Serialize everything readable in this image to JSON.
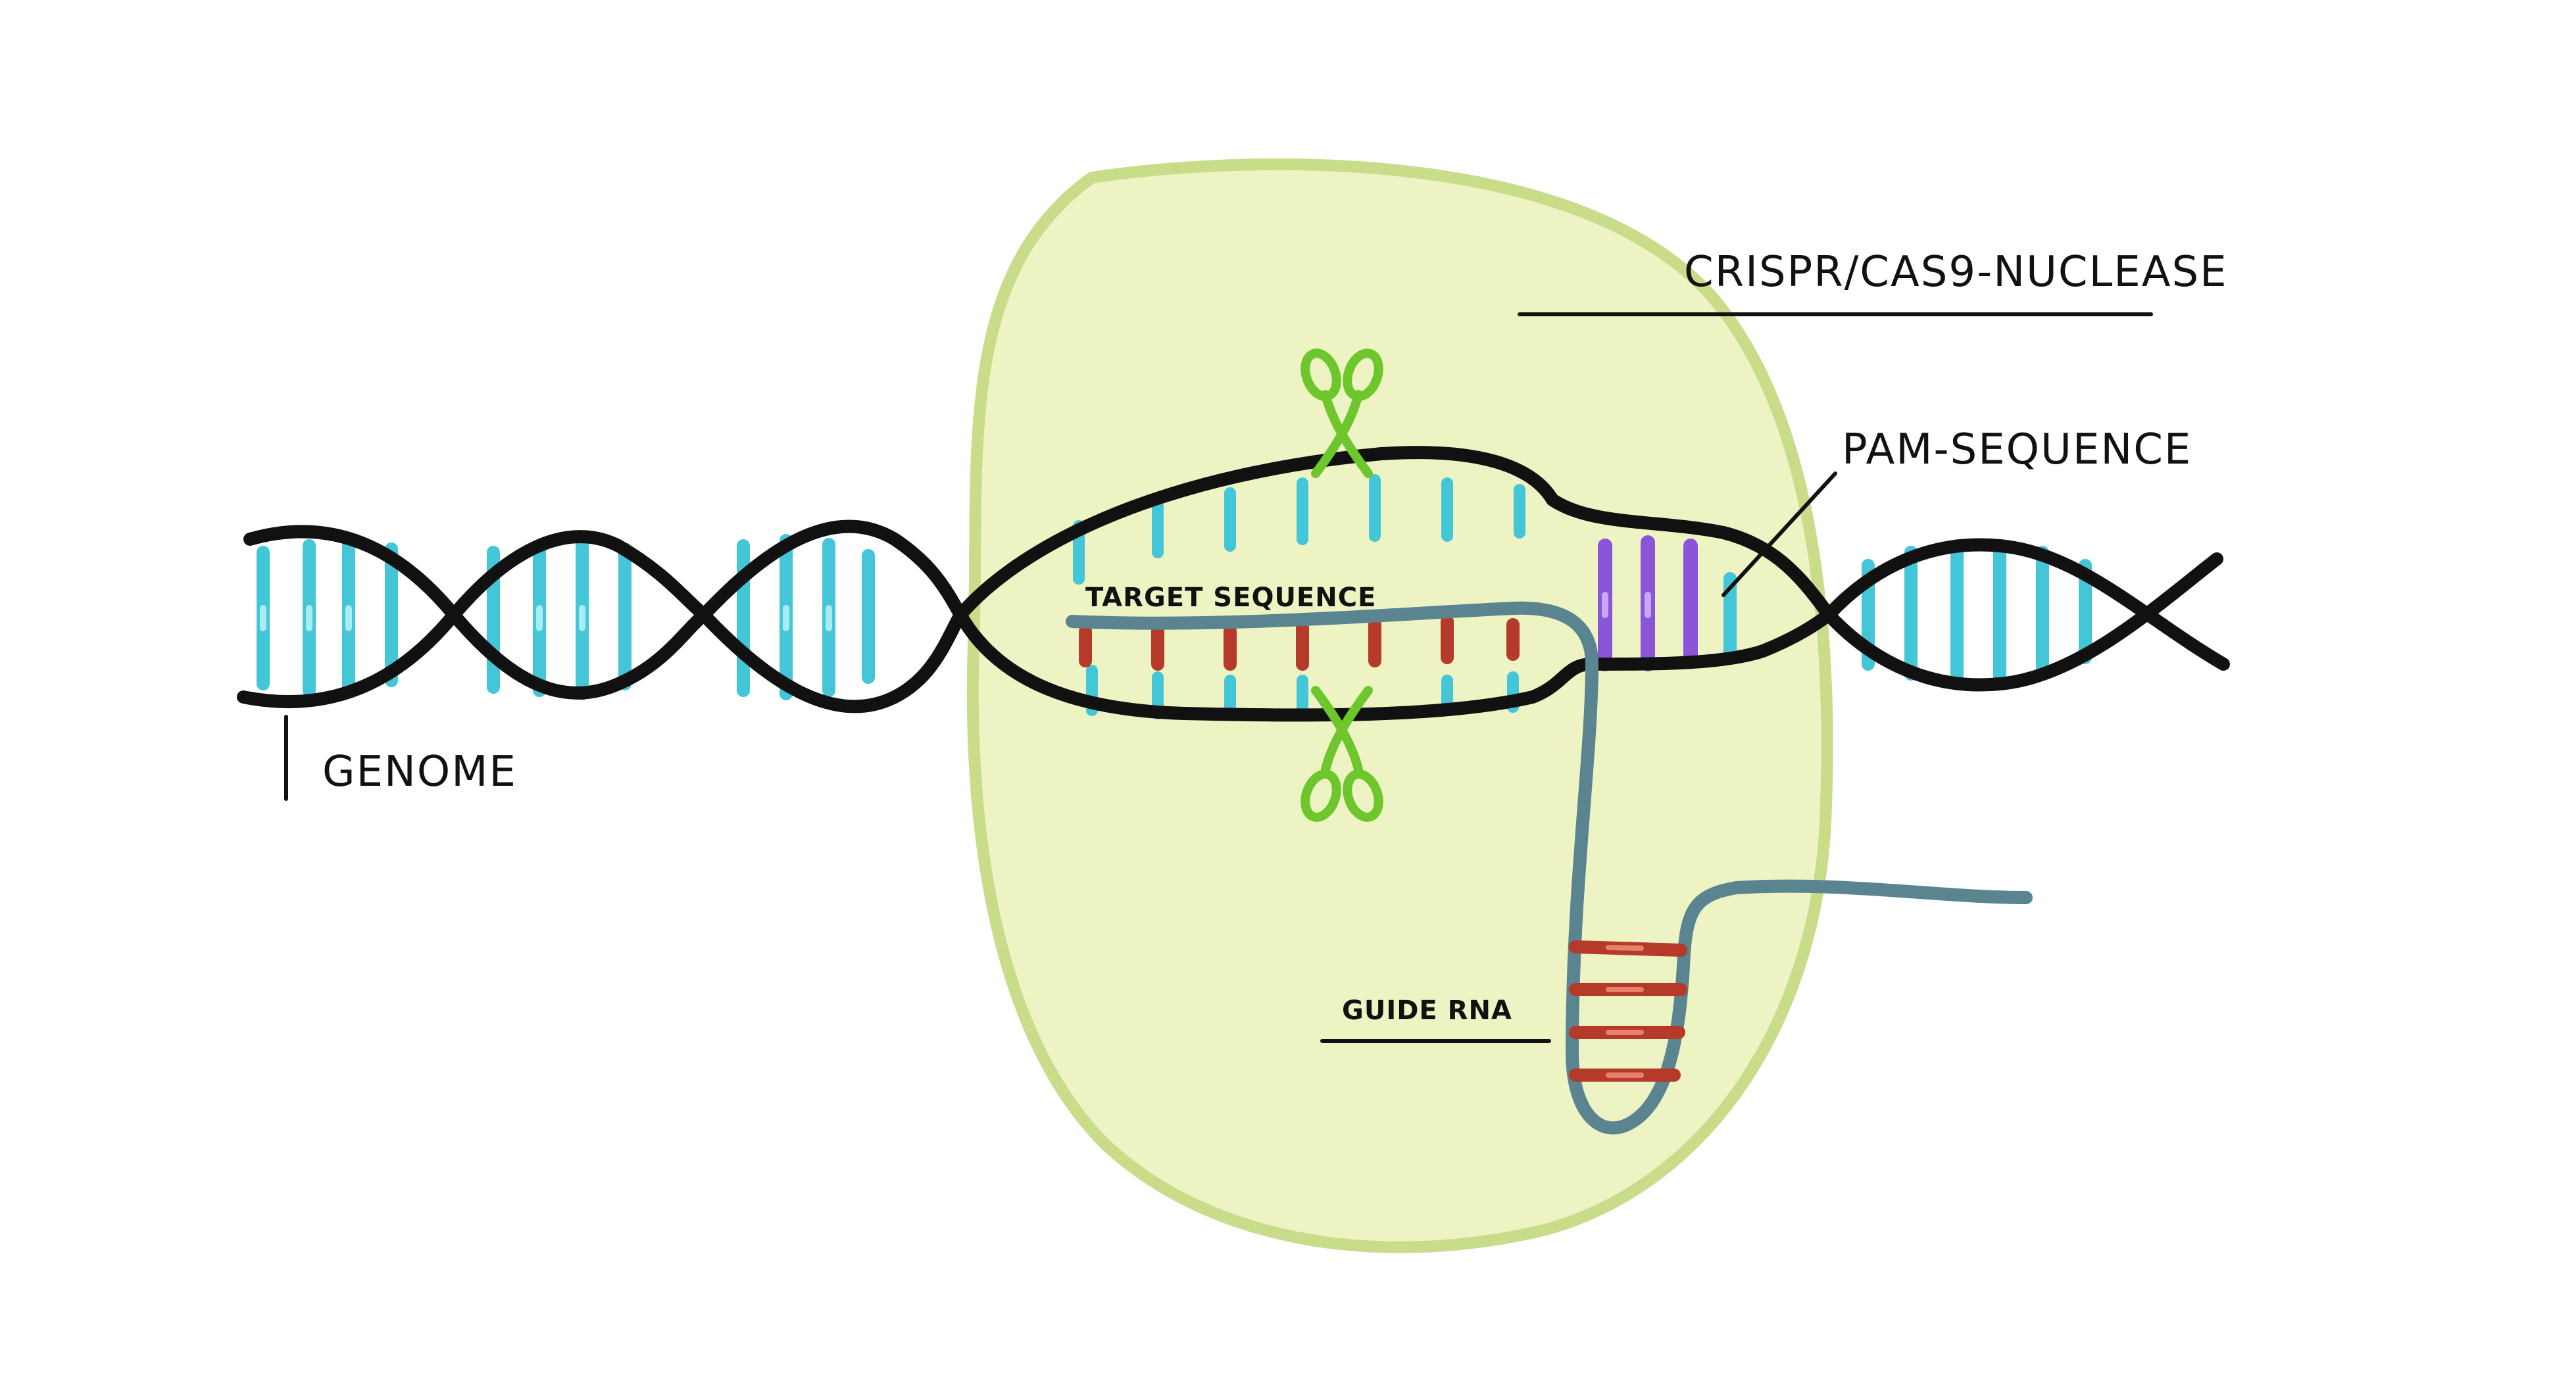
{
  "labels": {
    "genome": "GENOME",
    "nuclease": "CRISPR/CAS9-NUCLEASE",
    "pam": "PAM-SEQUENCE",
    "target": "TARGET SEQUENCE",
    "guide_rna": "GUIDE RNA"
  },
  "colors": {
    "background": "#ffffff",
    "strand": "#111111",
    "base_pair": "#43c6d8",
    "base_pair_highlight": "#a8ecf2",
    "nuclease_fill": "#eef3c4",
    "nuclease_outline": "#c9dc8a",
    "guide_rna": "#5a8590",
    "rna_pair": "#b53a2a",
    "rna_pair_highlight": "#e88070",
    "pam": "#8a55d8",
    "pam_highlight": "#c8a8f4",
    "scissors": "#6cc62c"
  },
  "icons": {
    "cut_top": "scissors-icon",
    "cut_bottom": "scissors-icon"
  }
}
